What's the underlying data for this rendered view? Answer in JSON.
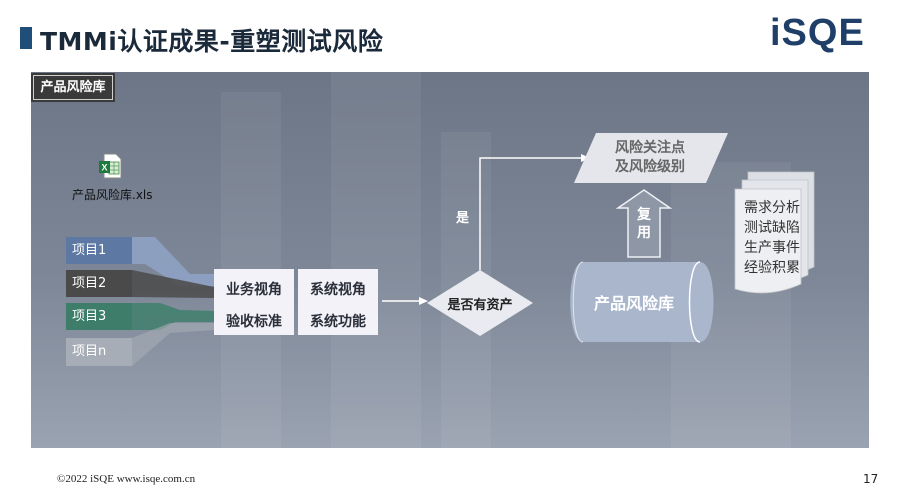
{
  "header": {
    "title": "TMMi认证成果-重塑测试风险",
    "logo": "iSQE"
  },
  "panel": {
    "tag": "产品风险库",
    "file_label": "产品风险库.xls"
  },
  "projects": [
    "项目1",
    "项目2",
    "项目3",
    "项目n"
  ],
  "boxes": {
    "business": [
      "业务视角",
      "验收标准"
    ],
    "system": [
      "系统视角",
      "系统功能"
    ]
  },
  "decision": "是否有资产",
  "yes_label": "是",
  "risk_box": [
    "风险关注点",
    "及风险级别"
  ],
  "reuse_label": "复用",
  "database_label": "产品风险库",
  "doc_lines": [
    "需求分析",
    "测试缺陷",
    "生产事件",
    "经验积累"
  ],
  "footer": {
    "copyright": "©2022  iSQE   www.isqe.com.cn",
    "page": "17"
  },
  "colors": {
    "title_bar": "#1f4e79",
    "project2": "#4a4a4a",
    "project3": "#3d7d6a",
    "project1": "#5d78a3"
  }
}
